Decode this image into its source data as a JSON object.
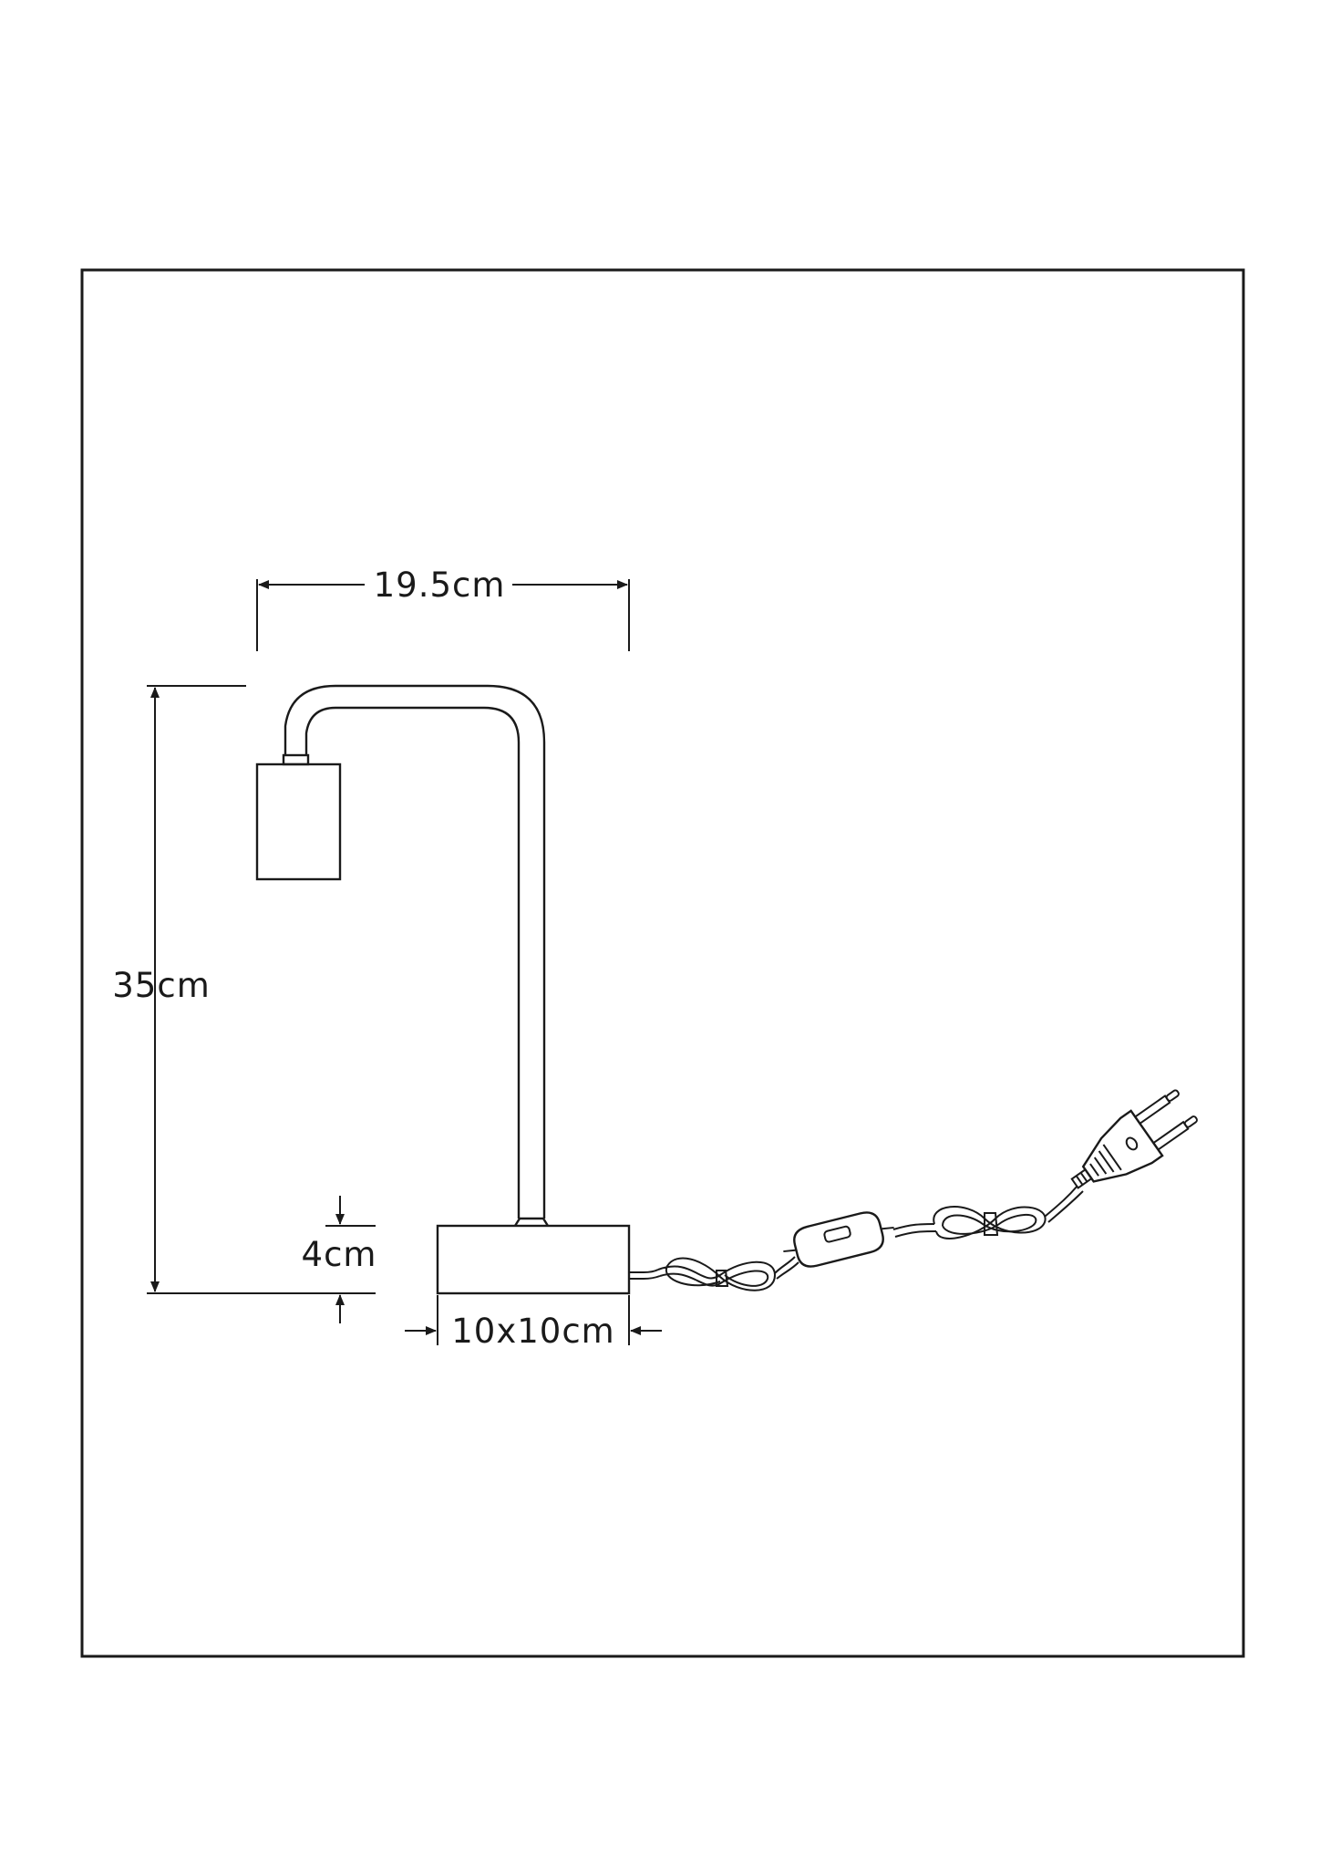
{
  "dimensions": {
    "width": "19.5cm",
    "height": "35cm",
    "base_height": "4cm",
    "base_size": "10x10cm"
  },
  "colors": {
    "line": "#1a1a1a",
    "background": "#ffffff"
  }
}
